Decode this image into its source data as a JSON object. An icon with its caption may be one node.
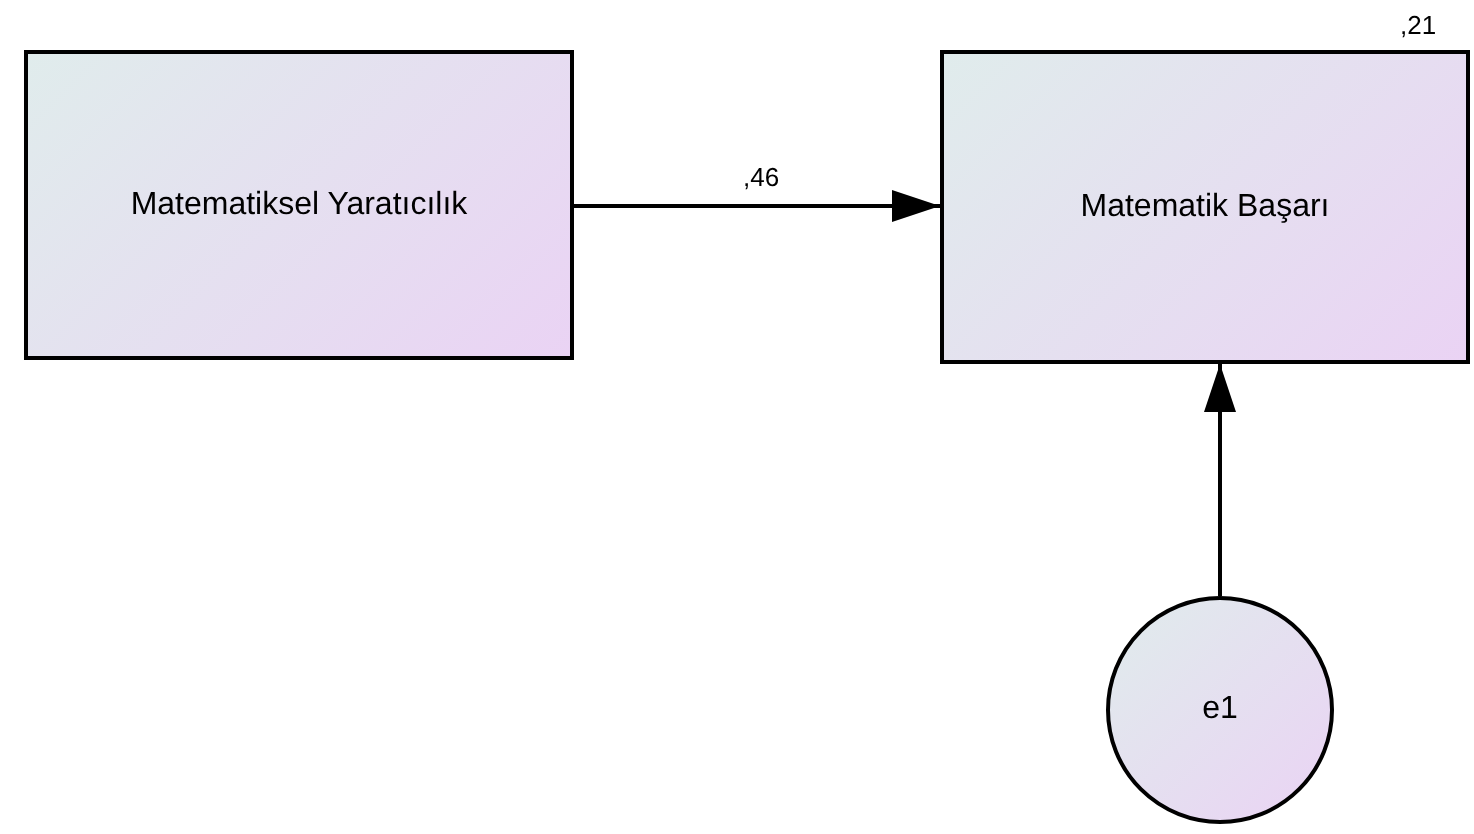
{
  "diagram": {
    "nodes": [
      {
        "text": [
          "Matematiksel Yaratıcılık"
        ]
      },
      {
        "text": [
          "Matematik Başarı"
        ],
        "beside": [
          ",21"
        ]
      },
      {
        "text": [
          "e1"
        ]
      }
    ],
    "edges": [
      {
        "from": 0,
        "to": 1,
        "arrow": "to",
        "label": ",46"
      },
      {
        "from": 2,
        "to": 1,
        "arrow": "to"
      }
    ]
  }
}
